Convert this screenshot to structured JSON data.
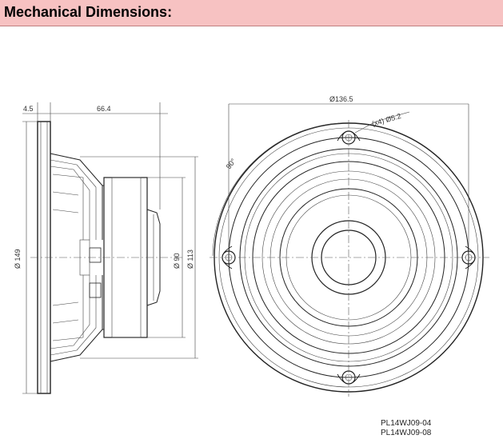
{
  "header": {
    "title": "Mechanical Dimensions:"
  },
  "dimensions": {
    "flange_thickness": "4.5",
    "depth": "66.4",
    "flange_diameter": "Ø 149",
    "magnet_diameter": "Ø 90",
    "frame_diameter": "Ø 113",
    "bolt_circle": "Ø136.5",
    "mount_holes": "(x4) Ø5.2",
    "angle": "90°"
  },
  "part_numbers": [
    "PL14WJ09-04",
    "PL14WJ09-08"
  ],
  "colors": {
    "header_bg": "#f7c2c2",
    "line": "#222222"
  }
}
